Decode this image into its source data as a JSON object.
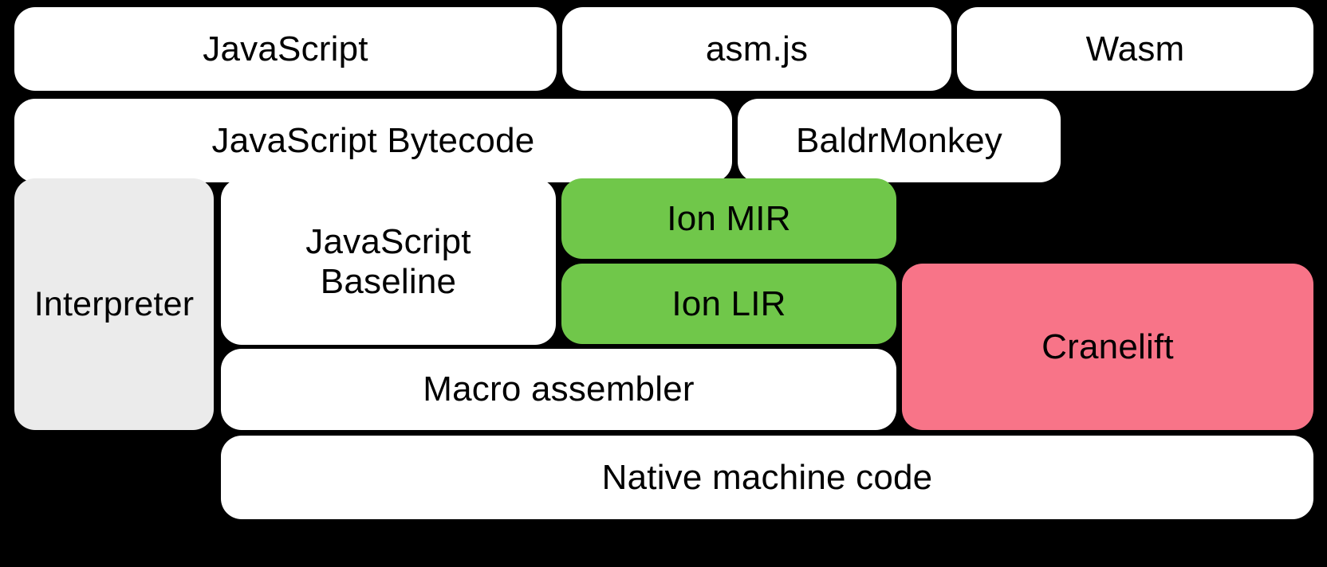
{
  "diagram": {
    "title": "SpiderMonkey compilation pipeline",
    "background": "#000000",
    "colors": {
      "white": "#ffffff",
      "gray": "#ebebeb",
      "green": "#70c74a",
      "pink": "#f87488",
      "text": "#000000"
    },
    "rows": [
      {
        "name": "source-languages",
        "nodes": [
          {
            "id": "javascript",
            "label": "JavaScript",
            "fill": "#ffffff"
          },
          {
            "id": "asmjs",
            "label": "asm.js",
            "fill": "#ffffff"
          },
          {
            "id": "wasm",
            "label": "Wasm",
            "fill": "#ffffff"
          }
        ]
      },
      {
        "name": "front-end-representations",
        "nodes": [
          {
            "id": "js_bytecode",
            "label": "JavaScript Bytecode",
            "fill": "#ffffff"
          },
          {
            "id": "baldrmonkey",
            "label": "BaldrMonkey",
            "fill": "#ffffff"
          }
        ]
      },
      {
        "name": "execution-tiers",
        "nodes": [
          {
            "id": "interpreter",
            "label": "Interpreter",
            "fill": "#ebebeb"
          },
          {
            "id": "js_baseline",
            "label": "JavaScript\nBaseline",
            "fill": "#ffffff"
          },
          {
            "id": "ion_mir",
            "label": "Ion MIR",
            "fill": "#70c74a"
          },
          {
            "id": "ion_lir",
            "label": "Ion LIR",
            "fill": "#70c74a"
          },
          {
            "id": "macro_assembler",
            "label": "Macro assembler",
            "fill": "#ffffff"
          },
          {
            "id": "cranelift",
            "label": "Cranelift",
            "fill": "#f87488"
          }
        ]
      },
      {
        "name": "output",
        "nodes": [
          {
            "id": "native_code",
            "label": "Native machine code",
            "fill": "#ffffff"
          }
        ]
      }
    ],
    "labels": {
      "javascript": "JavaScript",
      "asmjs": "asm.js",
      "wasm": "Wasm",
      "js_bytecode": "JavaScript Bytecode",
      "baldrmonkey": "BaldrMonkey",
      "interpreter": "Interpreter",
      "js_baseline": "JavaScript\nBaseline",
      "ion_mir": "Ion MIR",
      "ion_lir": "Ion LIR",
      "macro_assembler": "Macro assembler",
      "cranelift": "Cranelift",
      "native_code": "Native machine code"
    }
  }
}
